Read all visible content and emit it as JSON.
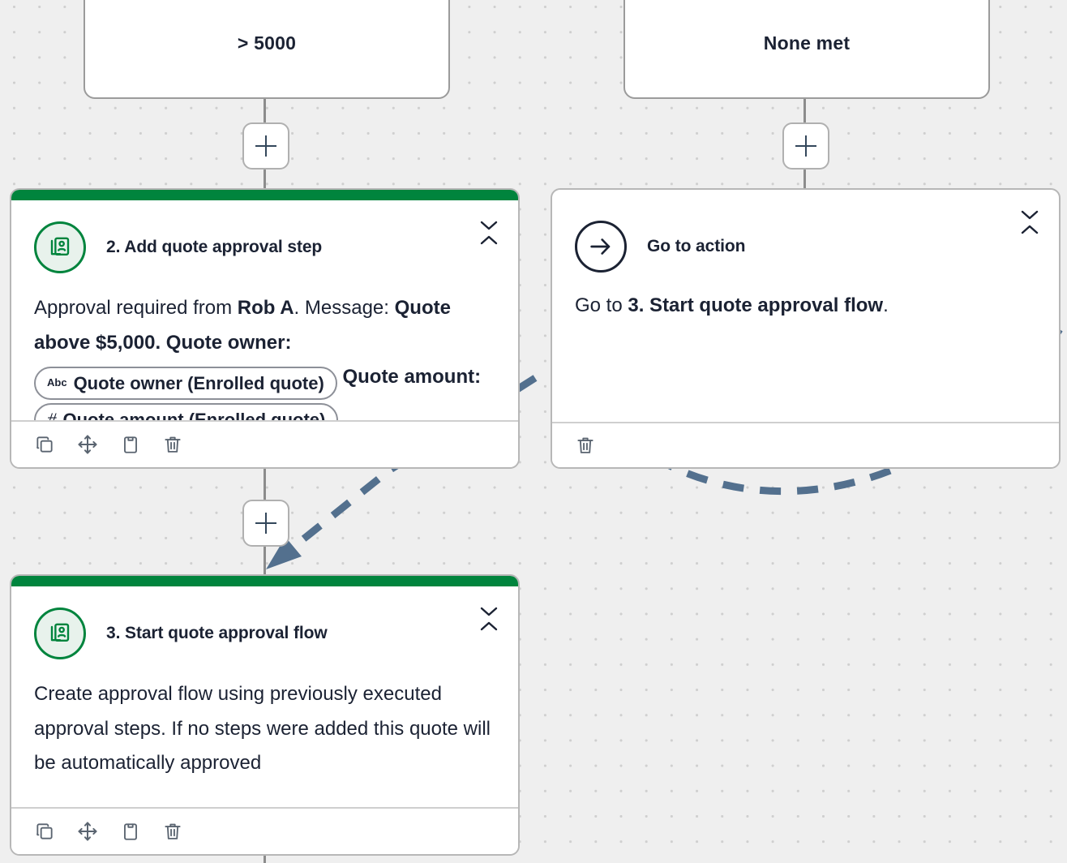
{
  "canvas": {
    "background_color": "#efefef",
    "dot_color": "#cfcfcf"
  },
  "colors": {
    "accent_green": "#00843d",
    "icon_bg_green": "#e8f2ec",
    "connector_gray": "#8c8c8c",
    "goto_link_blue": "#53708e",
    "text_dark": "#1b2233",
    "card_border": "#b7b7b7"
  },
  "branches": [
    {
      "name": "branch-greater-than-5000",
      "label": "> 5000"
    },
    {
      "name": "branch-none-met",
      "label": "None met"
    }
  ],
  "add_buttons": [
    {
      "name": "add-step-button-left",
      "label": "+"
    },
    {
      "name": "add-step-button-right",
      "label": "+"
    },
    {
      "name": "add-step-button-lower-left",
      "label": "+"
    }
  ],
  "cards": {
    "add_quote_approval_step": {
      "title": "2. Add quote approval step",
      "icon": "contact-card-icon",
      "accent": "#00843d",
      "body": {
        "segments": [
          {
            "type": "text",
            "value": "Approval required from "
          },
          {
            "type": "bold",
            "value": "Rob A"
          },
          {
            "type": "text",
            "value": ". Message: "
          },
          {
            "type": "bold",
            "value": "Quote above $5,000. Quote owner:"
          },
          {
            "type": "space",
            "value": " "
          }
        ],
        "tokens": [
          {
            "type_label": "Abc",
            "label": "Quote owner (Enrolled quote)"
          },
          {
            "type_label": "#",
            "label": "Quote amount (Enrolled quote)"
          }
        ],
        "tail_segments": [
          {
            "type": "bold",
            "value": "Quote amount:"
          }
        ]
      },
      "footer_actions": [
        {
          "name": "copy-icon",
          "label": "Copy"
        },
        {
          "name": "move-icon",
          "label": "Move"
        },
        {
          "name": "clipboard-icon",
          "label": "Paste"
        },
        {
          "name": "trash-icon",
          "label": "Delete"
        }
      ],
      "collapse_controls": {
        "expand": "chevron-down-icon",
        "collapse": "chevron-up-icon"
      }
    },
    "go_to_action": {
      "title": "Go to action",
      "icon": "arrow-right-circle-icon",
      "accent": "none",
      "body": {
        "segments": [
          {
            "type": "text",
            "value": "Go to "
          },
          {
            "type": "bold",
            "value": "3. Start quote approval flow"
          },
          {
            "type": "text",
            "value": "."
          }
        ]
      },
      "footer_actions": [
        {
          "name": "trash-icon",
          "label": "Delete"
        }
      ],
      "collapse_controls": {
        "expand": "chevron-down-icon",
        "collapse": "chevron-up-icon"
      }
    },
    "start_quote_approval_flow": {
      "title": "3. Start quote approval flow",
      "icon": "contact-card-icon",
      "accent": "#00843d",
      "body": {
        "segments": [
          {
            "type": "text",
            "value": "Create approval flow using previously executed approval steps. If no steps were added this quote will be automatically approved"
          }
        ]
      },
      "footer_actions": [
        {
          "name": "copy-icon",
          "label": "Copy"
        },
        {
          "name": "move-icon",
          "label": "Move"
        },
        {
          "name": "clipboard-icon",
          "label": "Paste"
        },
        {
          "name": "trash-icon",
          "label": "Delete"
        }
      ],
      "collapse_controls": {
        "expand": "chevron-down-icon",
        "collapse": "chevron-up-icon"
      }
    }
  }
}
